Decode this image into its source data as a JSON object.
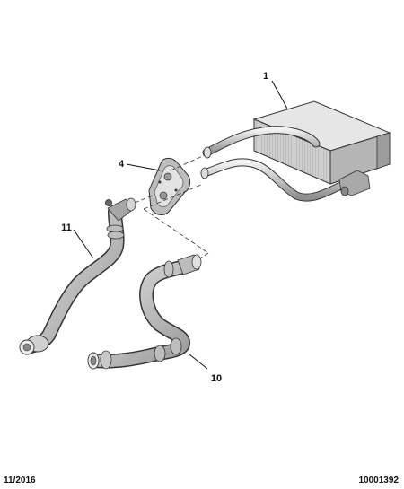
{
  "callouts": {
    "heater_core": "1",
    "seal_plate": "4",
    "lower_hose": "10",
    "upper_hose": "11"
  },
  "footer": {
    "date": "11/2016",
    "reference": "10001392"
  },
  "colors": {
    "line": "#333333",
    "part_fill": "#c9c9c9",
    "part_dark": "#8a8a8a",
    "part_light": "#e8e8e8"
  }
}
